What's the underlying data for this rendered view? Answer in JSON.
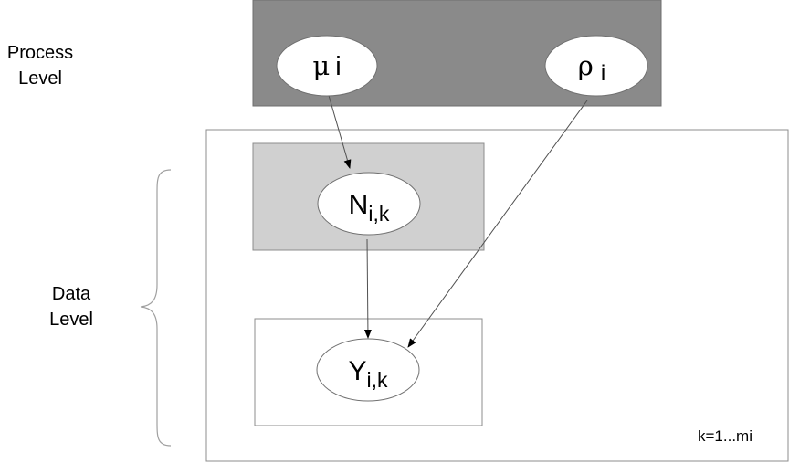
{
  "labels": {
    "process_line1": "Process",
    "process_line2": "Level",
    "data_line1": "Data",
    "data_line2": "Level",
    "plate_index": "k=1...mi"
  },
  "nodes": {
    "mu": {
      "symbol": "μ",
      "sub": "i"
    },
    "rho": {
      "symbol": "ρ",
      "sub": "i"
    },
    "n": {
      "main": "N",
      "sub": "i,k"
    },
    "y": {
      "main": "Y",
      "sub": "i,k"
    }
  },
  "colors": {
    "process_band": "#8a8a8a",
    "latent_band": "#d0d0d0",
    "stroke": "#707070",
    "node_fill": "#ffffff"
  }
}
